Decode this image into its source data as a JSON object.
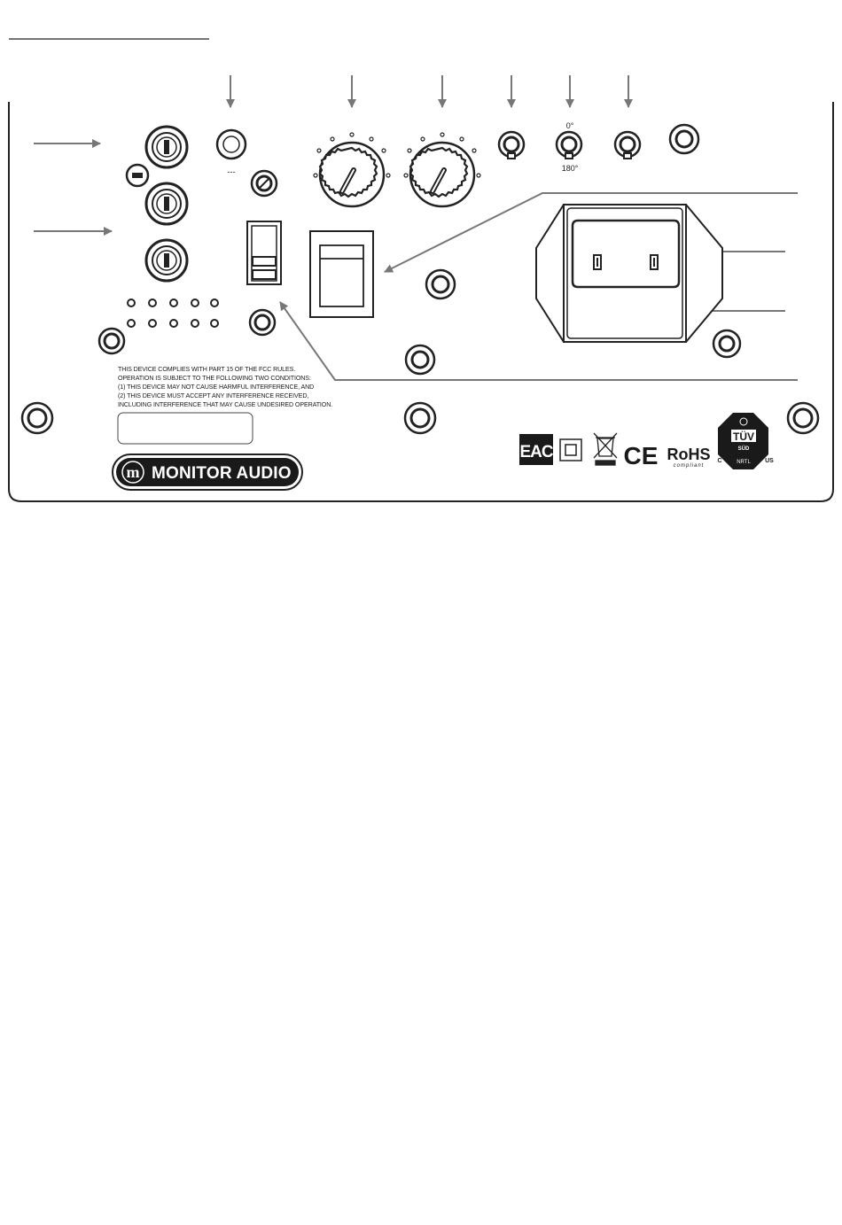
{
  "panel": {
    "fcc_lines": [
      "THIS DEVICE COMPLIES WITH PART 15 OF THE FCC RULES.",
      "OPERATION IS SUBJECT TO THE FOLLOWING TWO CONDITIONS:",
      "(1) THIS DEVICE MAY NOT CAUSE HARMFUL INTERFERENCE, AND",
      "(2) THIS DEVICE MUST ACCEPT ANY INTERFERENCE RECEIVED,",
      "INCLUDING INTERFERENCE THAT MAY CAUSE UNDESIRED OPERATION."
    ],
    "brand": "MONITOR AUDIO",
    "brand_monogram": "m",
    "phase_top": "0°",
    "phase_bottom": "180°",
    "dc_symbol": "---",
    "marks": {
      "eac": "EAC",
      "ce": "CE",
      "rohs": "RoHS",
      "rohs_sub": "compliant",
      "tuv": "TÜV",
      "tuv_sub": "SÜD",
      "nrtl": "NRTL",
      "tuv_c": "C",
      "tuv_us": "US"
    }
  }
}
